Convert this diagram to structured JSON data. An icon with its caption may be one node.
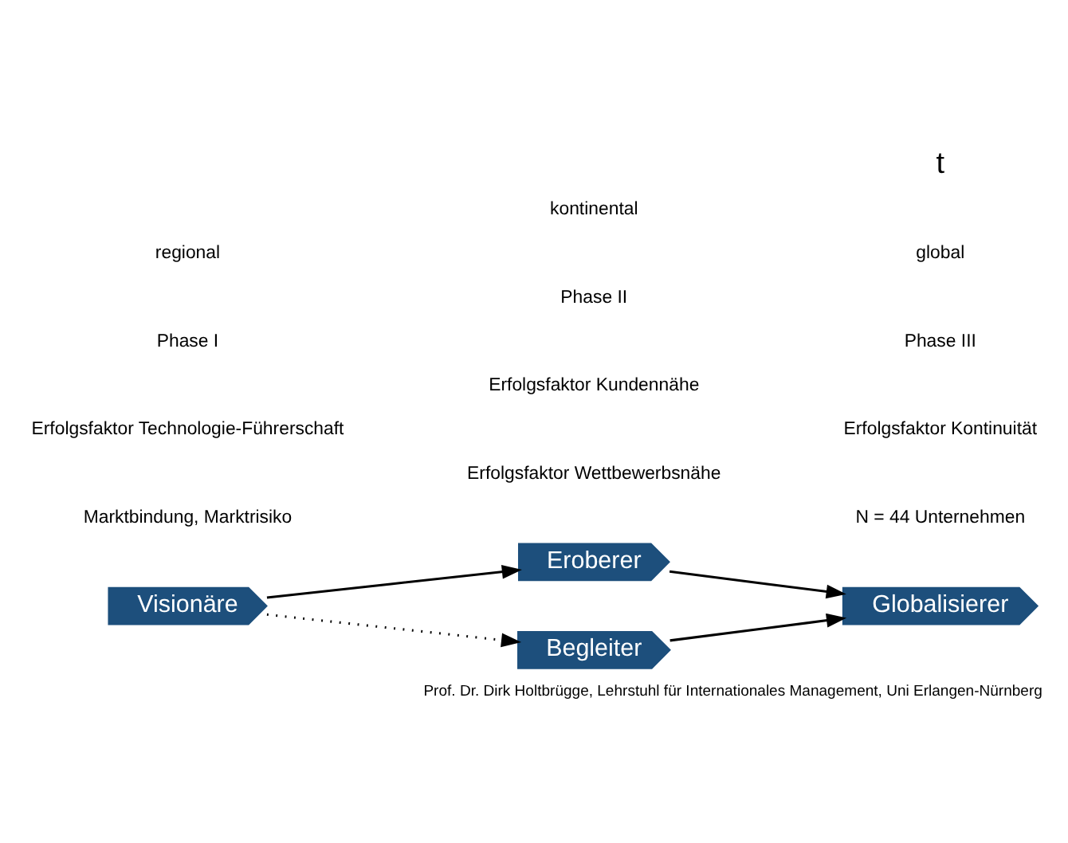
{
  "diagram": {
    "caption": "Prof. Dr. Dirk Holtbrügge, Lehrstuhl für Internationales Management, Uni Erlangen-Nürnberg",
    "nodes": [
      {
        "text": [
          "Visionäre"
        ]
      },
      {
        "text": [
          "Eroberer"
        ]
      },
      {
        "text": [
          "Begleiter"
        ]
      },
      {
        "text": [
          "Globalisierer"
        ]
      }
    ],
    "edges": [
      {
        "from": 0,
        "to": 1,
        "arrow": "to"
      },
      {
        "from": 0,
        "to": 2,
        "arrow": "to",
        "style": "dashed"
      },
      {
        "from": 1,
        "to": 3,
        "arrow": "to"
      },
      {
        "from": 2,
        "to": 3,
        "arrow": "to"
      }
    ],
    "labels": [
      "Marktbindung, Marktrisiko",
      "N = 44 Unternehmen",
      "Erfolgsfaktor Wettbewerbsnähe",
      "Erfolgsfaktor Kontinuität",
      "Erfolgsfaktor Technologie-Führerschaft",
      "Erfolgsfaktor Kundennähe",
      "Phase I",
      "regional",
      "Phase II",
      "kontinental",
      "Phase III",
      "global",
      "t"
    ]
  }
}
